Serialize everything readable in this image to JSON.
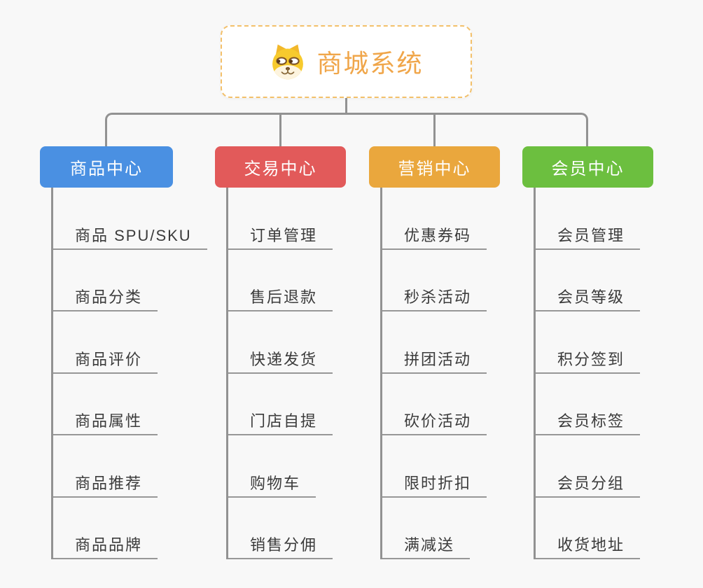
{
  "root": {
    "title": "商城系统",
    "icon": "shiba-dog-icon"
  },
  "branches": [
    {
      "label": "商品中心",
      "color": "#4a90e2",
      "children": [
        "商品 SPU/SKU",
        "商品分类",
        "商品评价",
        "商品属性",
        "商品推荐",
        "商品品牌"
      ]
    },
    {
      "label": "交易中心",
      "color": "#e25a5a",
      "children": [
        "订单管理",
        "售后退款",
        "快递发货",
        "门店自提",
        "购物车",
        "销售分佣"
      ]
    },
    {
      "label": "营销中心",
      "color": "#eaa73d",
      "children": [
        "优惠券码",
        "秒杀活动",
        "拼团活动",
        "砍价活动",
        "限时折扣",
        "满减送"
      ]
    },
    {
      "label": "会员中心",
      "color": "#6cbf3f",
      "children": [
        "会员管理",
        "会员等级",
        "积分签到",
        "会员标签",
        "会员分组",
        "收货地址"
      ]
    }
  ],
  "style": {
    "background": "#f8f8f8",
    "line_color": "#929292",
    "underline_color": "#979797",
    "title_color": "#f0a64a",
    "root_border_color": "#f3c06a",
    "branch_text_color": "#ffffff",
    "child_text_color": "#3b3b3b"
  }
}
